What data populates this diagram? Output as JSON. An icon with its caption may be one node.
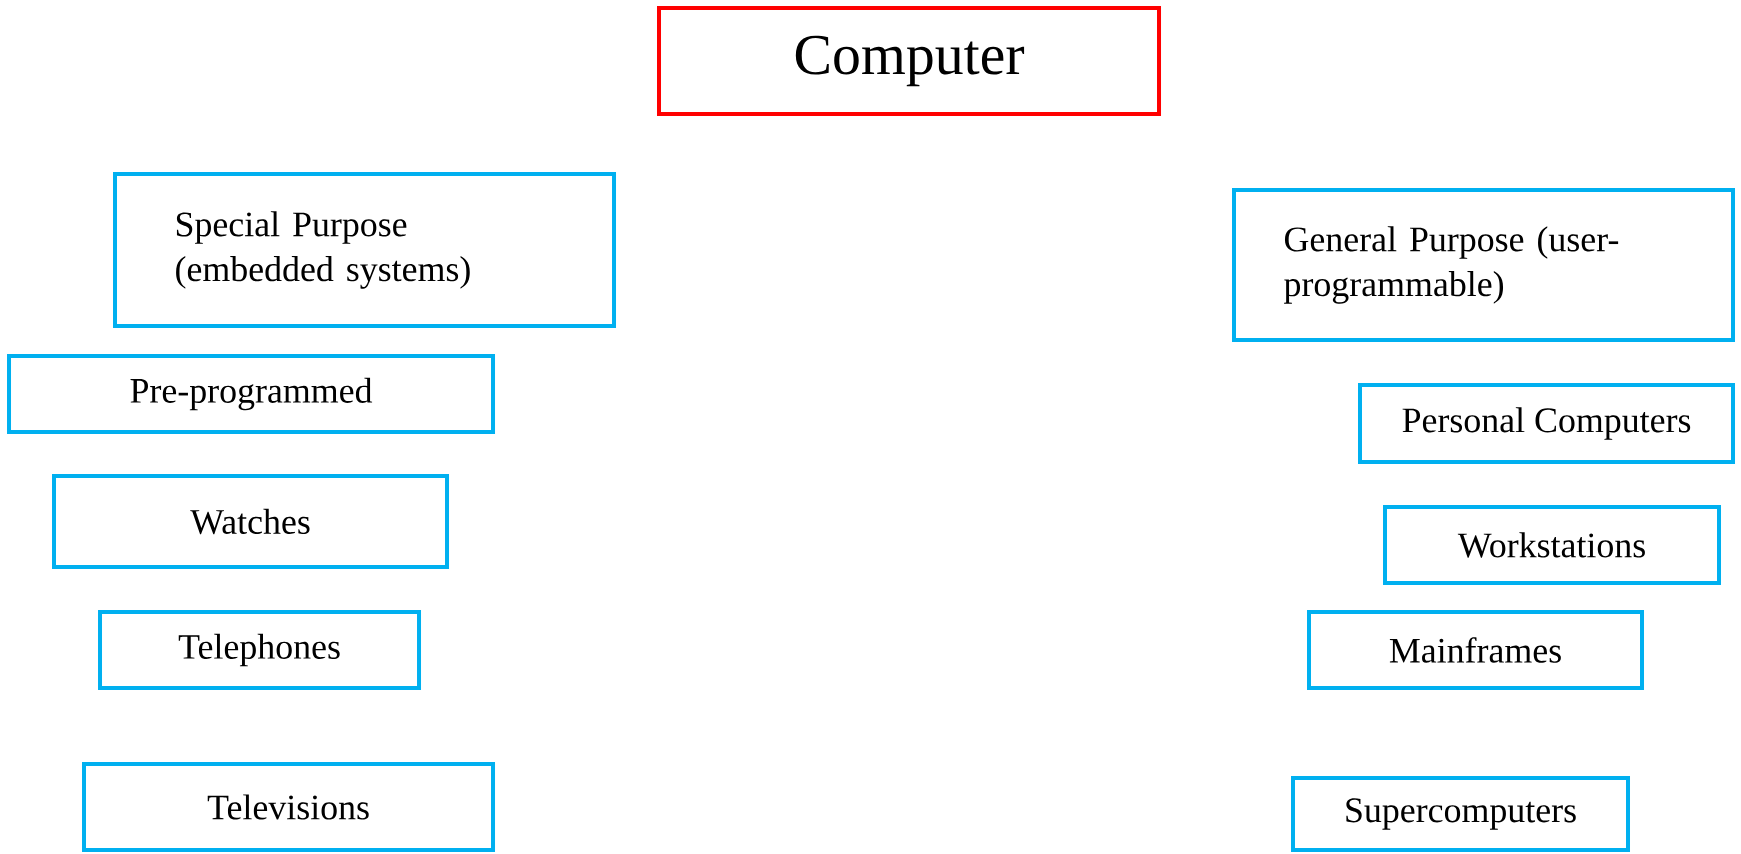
{
  "diagram": {
    "nodes": [
      {
        "text": [
          "Computer"
        ]
      },
      {
        "text": [
          "Special Purpose (embedded systems)"
        ]
      },
      {
        "text": [
          "General Purpose (user-programmable)"
        ]
      },
      {
        "text": [
          "Pre-programmed"
        ]
      },
      {
        "text": [
          "Watches"
        ]
      },
      {
        "text": [
          "Telephones"
        ]
      },
      {
        "text": [
          "Televisions"
        ]
      },
      {
        "text": [
          "Personal Computers"
        ]
      },
      {
        "text": [
          "Workstations"
        ]
      },
      {
        "text": [
          "Mainframes"
        ]
      },
      {
        "text": [
          "Supercomputers"
        ]
      }
    ],
    "edges": []
  }
}
